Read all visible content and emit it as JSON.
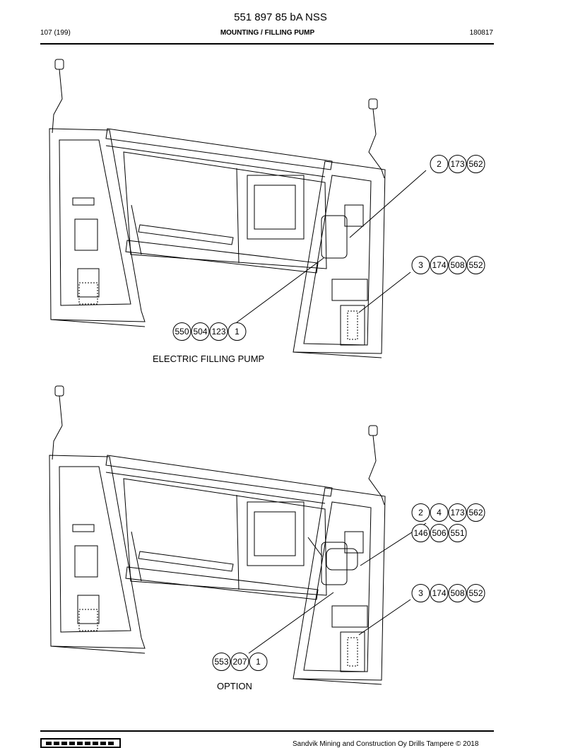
{
  "header": {
    "doc_number": "551 897 85 bA NSS",
    "page": "107 (199)",
    "section": "MOUNTING / FILLING PUMP",
    "date": "180817"
  },
  "figures": [
    {
      "caption": "ELECTRIC FILLING PUMP",
      "callouts": [
        [
          "2",
          "173",
          "562"
        ],
        [
          "3",
          "174",
          "508",
          "552"
        ],
        [
          "550",
          "504",
          "123",
          "1"
        ]
      ]
    },
    {
      "caption": "OPTION",
      "callouts": [
        [
          "2",
          "4",
          "173",
          "562"
        ],
        [
          "146",
          "506",
          "551"
        ],
        [
          "3",
          "174",
          "508",
          "552"
        ],
        [
          "553",
          "207",
          "1"
        ]
      ]
    }
  ],
  "footer": {
    "copyright": "Sandvik Mining and Construction Oy Drills Tampere © 2018"
  }
}
